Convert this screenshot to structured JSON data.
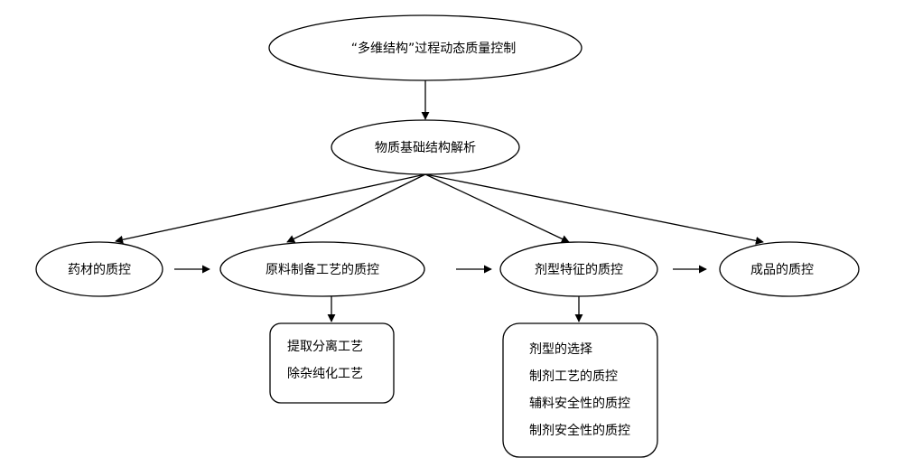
{
  "nodes": {
    "top": "“多维结构”过程动态质量控制",
    "analysis": "物质基础结构解析",
    "herb": "药材的质控",
    "raw": "原料制备工艺的质控",
    "form": "剂型特征的质控",
    "product": "成品的质控"
  },
  "boxes": {
    "raw_details": [
      "提取分离工艺",
      "除杂纯化工艺"
    ],
    "form_details": [
      "剂型的选择",
      "制剂工艺的质控",
      "辅料安全性的质控",
      "制剂安全性的质控"
    ]
  }
}
